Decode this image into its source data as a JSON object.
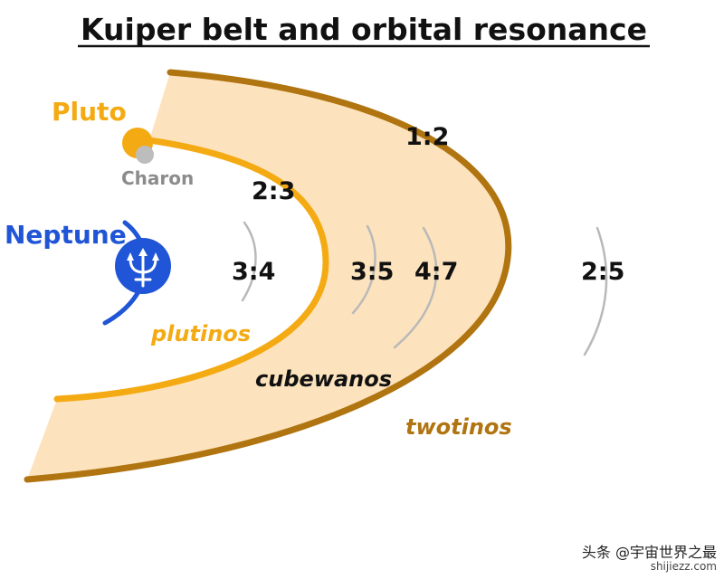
{
  "title": "Kuiper belt and orbital resonance",
  "bodies": {
    "pluto": "Pluto",
    "charon": "Charon",
    "neptune": "Neptune"
  },
  "resonances": {
    "r12": "1:2",
    "r23": "2:3",
    "r34": "3:4",
    "r35": "3:5",
    "r47": "4:7",
    "r25": "2:5"
  },
  "populations": {
    "plutinos": "plutinos",
    "cubewanos": "cubewanos",
    "twotinos": "twotinos"
  },
  "watermark": {
    "line1": "头条 @宇宙世界之最",
    "line2": "shijiezz.com"
  },
  "colors": {
    "belt_fill": "#fde3bd",
    "twotino_orbit": "#b07410",
    "plutino_orbit": "#f4aa12",
    "pluto": "#f4aa12",
    "charon": "#bdbdbd",
    "neptune": "#1f55d6",
    "resonance_arc": "#b9b9b9",
    "text": "#111111"
  },
  "icons": {
    "neptune_symbol": "trident-icon"
  }
}
